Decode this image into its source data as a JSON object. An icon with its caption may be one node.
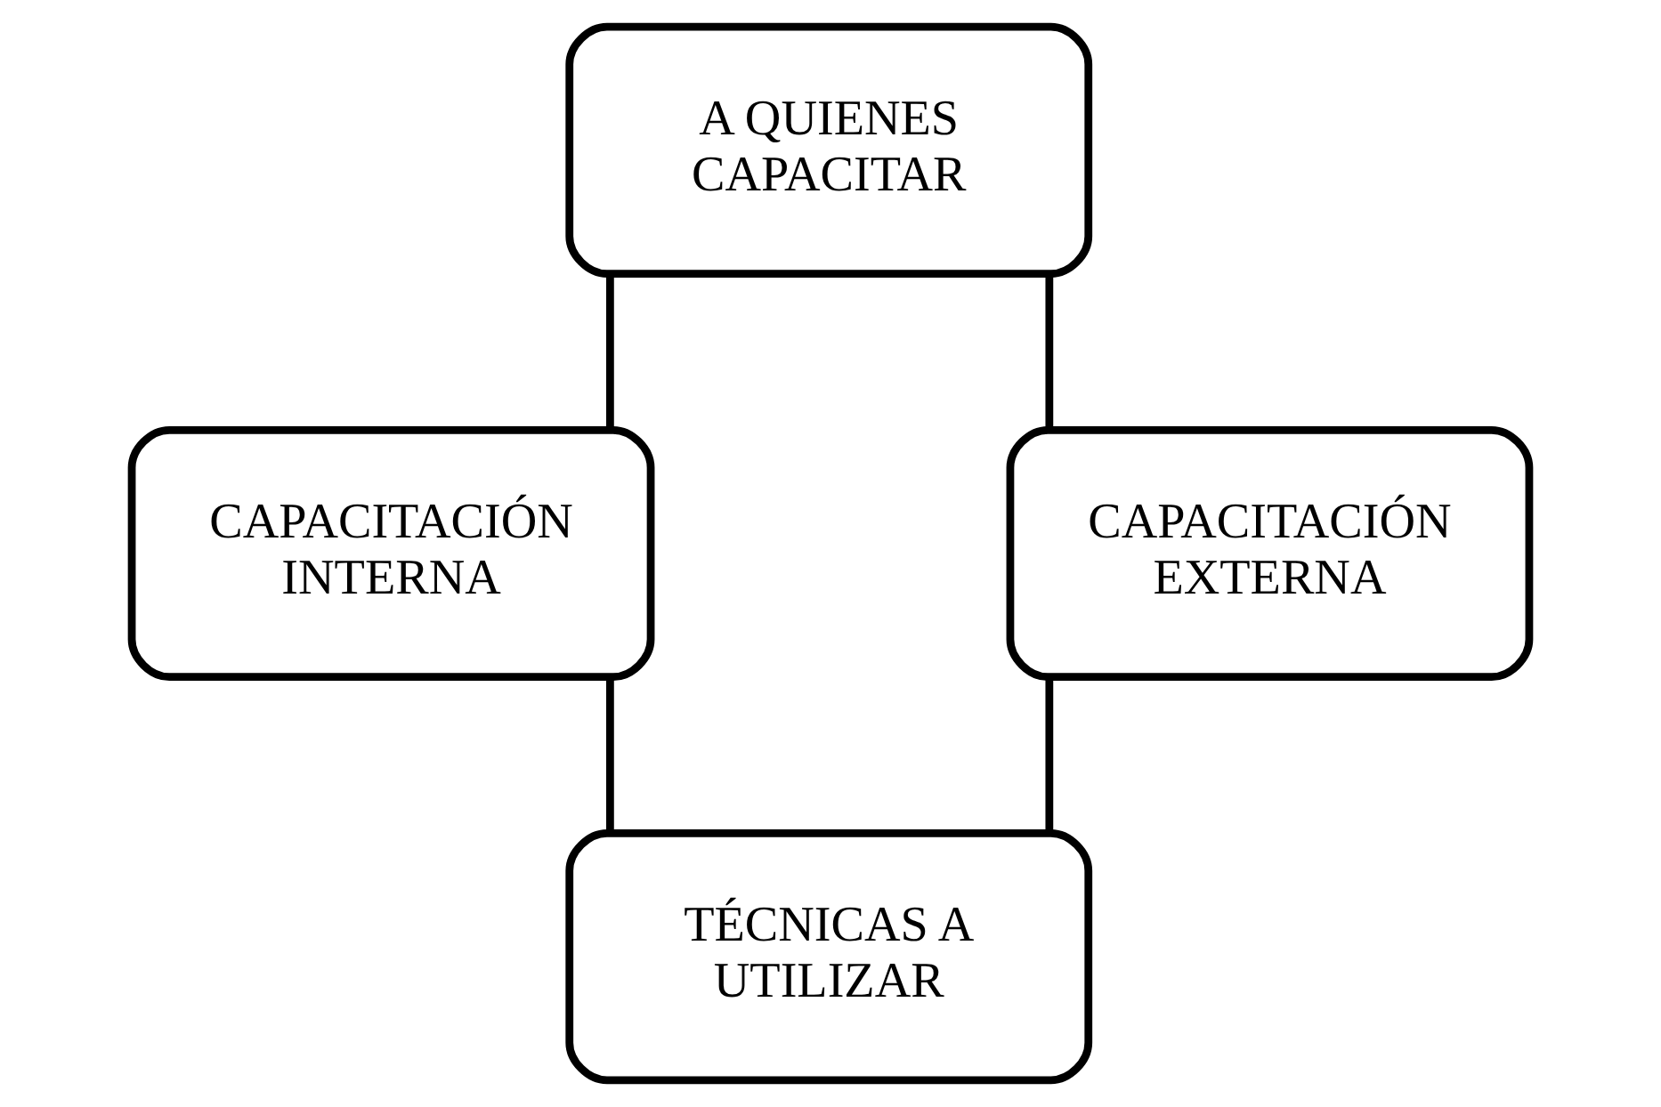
{
  "diagram": {
    "nodes": [
      {
        "text": [
          "A QUIENES CAPACITAR"
        ]
      },
      {
        "text": [
          "CAPACITACIÓN INTERNA"
        ]
      },
      {
        "text": [
          "CAPACITACIÓN EXTERNA"
        ]
      },
      {
        "text": [
          "TÉCNICAS A UTILIZAR"
        ]
      }
    ],
    "edges": [
      {
        "from": 0,
        "to": 1,
        "arrow": "none"
      },
      {
        "from": 0,
        "to": 2,
        "arrow": "none"
      },
      {
        "from": 1,
        "to": 3,
        "arrow": "none"
      },
      {
        "from": 2,
        "to": 3,
        "arrow": "none"
      }
    ]
  }
}
